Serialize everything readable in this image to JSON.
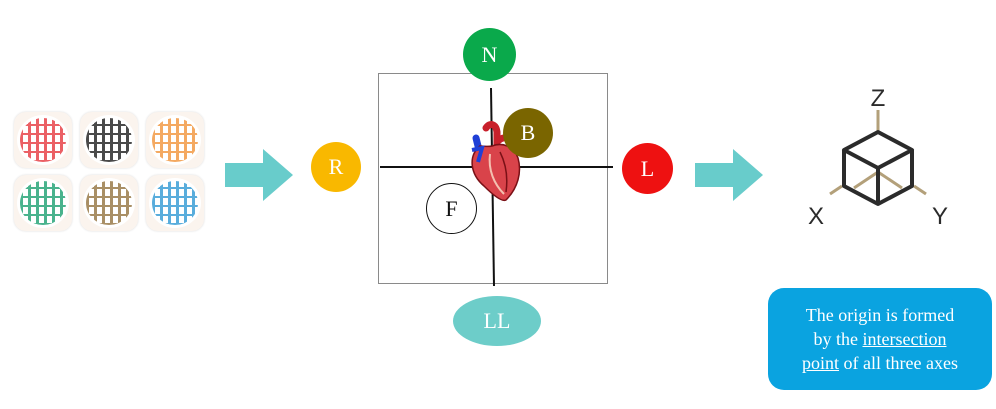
{
  "colors": {
    "arrow": "#68cccb",
    "node_n": "#0aa94b",
    "node_r": "#f9b800",
    "node_l": "#ee1111",
    "node_b": "#7a6500",
    "node_ll": "#6dcdc9",
    "axis_dark": "#2b2b2b",
    "axis_tan": "#b3a07a",
    "callout_bg": "#0aa3e0"
  },
  "electrode_tiles": [
    {
      "name": "red-electrodes",
      "color": "#e8454b"
    },
    {
      "name": "black-electrodes",
      "color": "#2b2b2b"
    },
    {
      "name": "orange-electrodes",
      "color": "#f29a46"
    },
    {
      "name": "green-electrodes",
      "color": "#2aa67a"
    },
    {
      "name": "brown-electrodes",
      "color": "#9b7c4a"
    },
    {
      "name": "blue-electrodes",
      "color": "#3d9fd6"
    }
  ],
  "nodes": {
    "n": "N",
    "r": "R",
    "l": "L",
    "b": "B",
    "f": "F",
    "ll": "LL"
  },
  "axes_icon": {
    "z": "Z",
    "x": "X",
    "y": "Y"
  },
  "callout": {
    "line1": "The origin is formed",
    "line2_prefix": "by the ",
    "line2_link": "intersection",
    "line3_link": "point",
    "line3_suffix": " of all three axes"
  }
}
